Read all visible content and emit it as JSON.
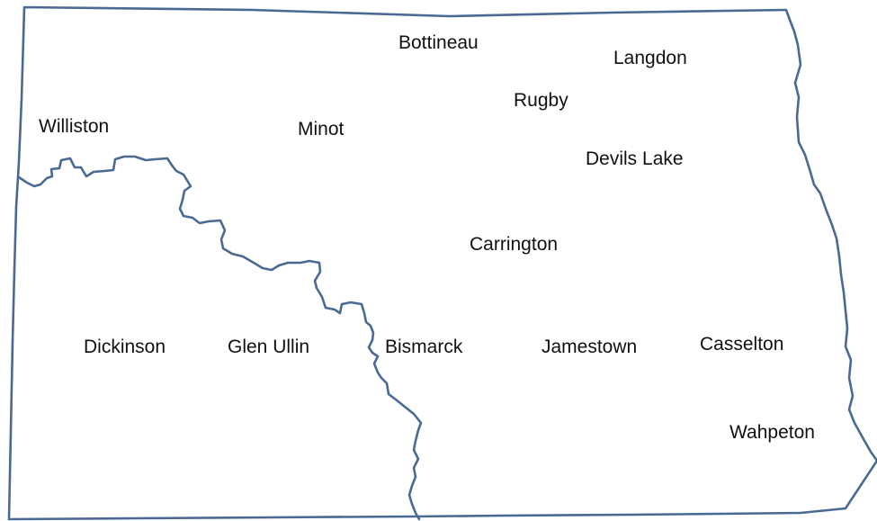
{
  "map": {
    "border_color": "#4a6a94",
    "river_color": "#4a6a94"
  },
  "cities": [
    {
      "id": "bottineau",
      "name": "Bottineau"
    },
    {
      "id": "langdon",
      "name": "Langdon"
    },
    {
      "id": "rugby",
      "name": "Rugby"
    },
    {
      "id": "williston",
      "name": "Williston"
    },
    {
      "id": "minot",
      "name": "Minot"
    },
    {
      "id": "devils-lake",
      "name": "Devils Lake"
    },
    {
      "id": "carrington",
      "name": "Carrington"
    },
    {
      "id": "dickinson",
      "name": "Dickinson"
    },
    {
      "id": "glen-ullin",
      "name": "Glen Ullin"
    },
    {
      "id": "bismarck",
      "name": "Bismarck"
    },
    {
      "id": "jamestown",
      "name": "Jamestown"
    },
    {
      "id": "casselton",
      "name": "Casselton"
    },
    {
      "id": "wahpeton",
      "name": "Wahpeton"
    }
  ]
}
